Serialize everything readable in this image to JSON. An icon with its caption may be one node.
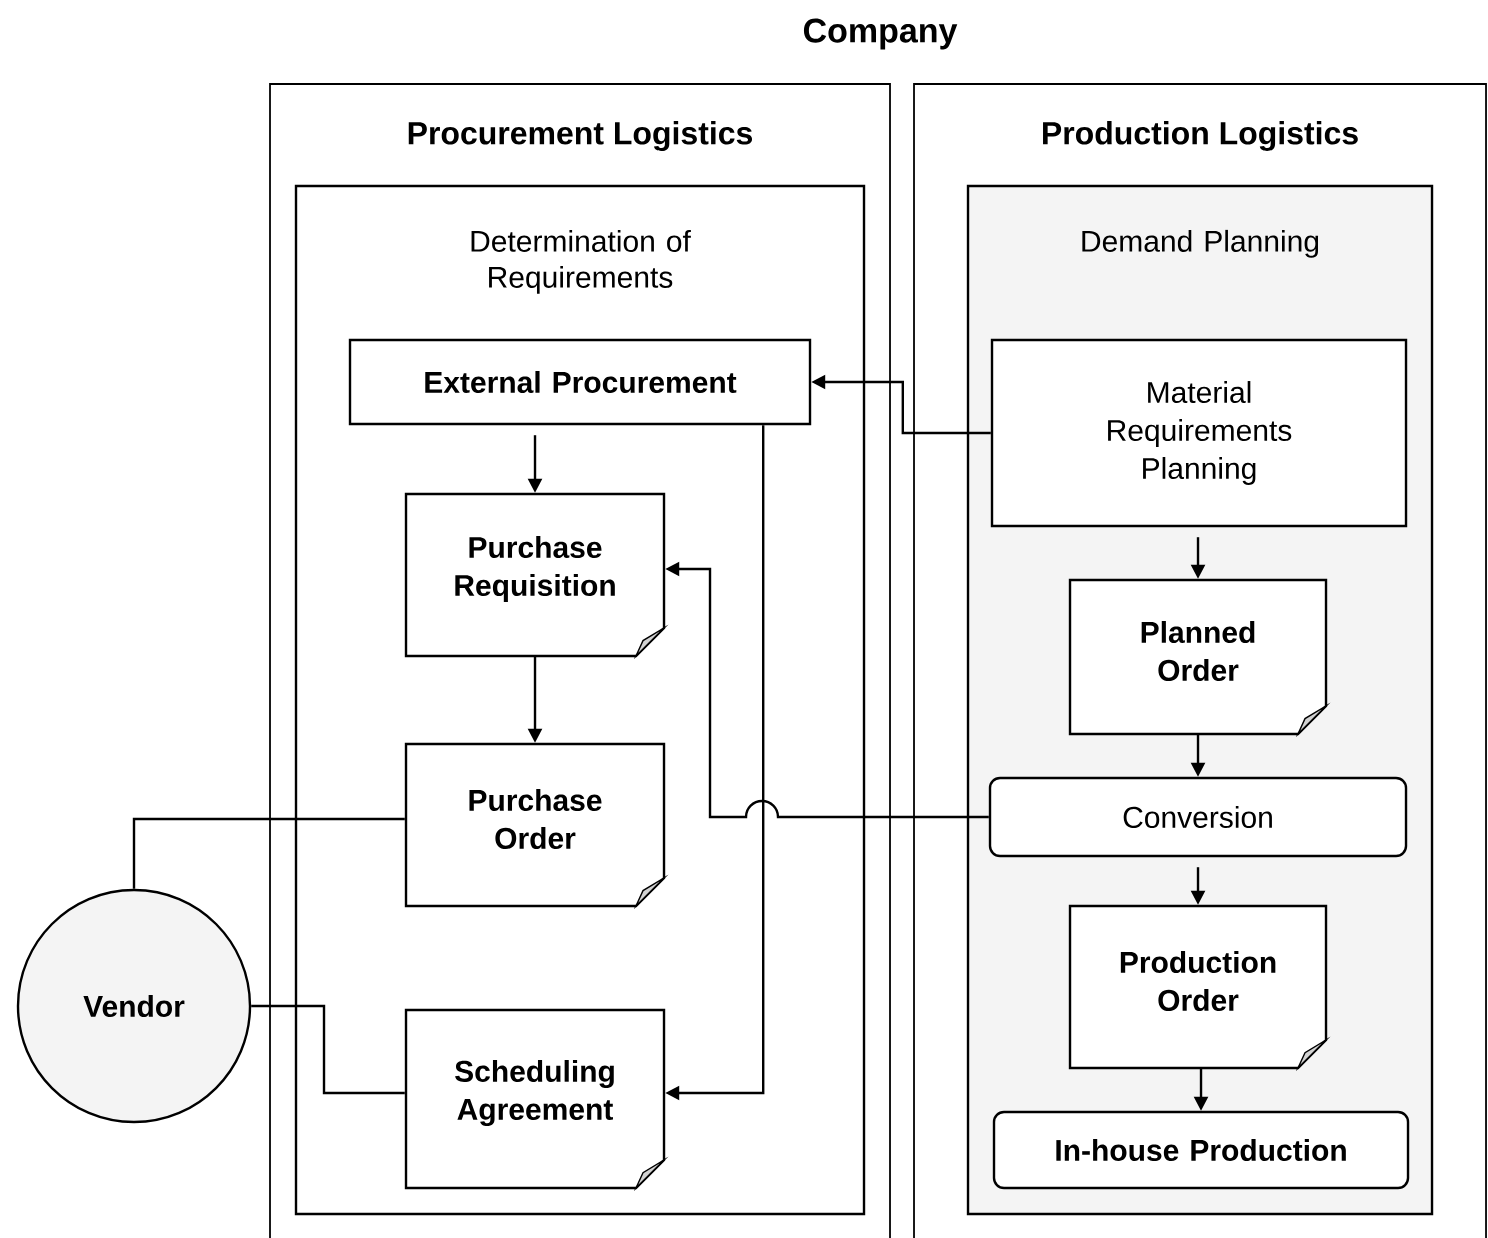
{
  "diagram": {
    "title": "Company",
    "nodes": [
      {
        "text": [
          "Procurement Logistics"
        ]
      },
      {
        "text": [
          "Determination of Requirements"
        ],
        "in": 0
      },
      {
        "text": [
          "External Procurement"
        ],
        "in": 1
      },
      {
        "text": [
          "Purchase Requisition"
        ],
        "in": 1
      },
      {
        "text": [
          "Purchase Order"
        ],
        "in": 1
      },
      {
        "text": [
          "Scheduling Agreement"
        ],
        "in": 1
      },
      {
        "text": [
          "Production Logistics"
        ]
      },
      {
        "text": [
          "Demand Planning"
        ],
        "in": 6
      },
      {
        "text": [
          "Material Requirements Planning"
        ],
        "in": 7
      },
      {
        "text": [
          "Planned Order"
        ],
        "in": 7
      },
      {
        "text": [
          "Conversion"
        ],
        "in": 7
      },
      {
        "text": [
          "Production Order"
        ],
        "in": 7
      },
      {
        "text": [
          "In-house Production"
        ],
        "in": 7
      },
      {
        "text": [
          "Vendor"
        ]
      }
    ],
    "edges": [
      {
        "from": 8,
        "to": 2,
        "arrow": "to"
      },
      {
        "from": 2,
        "to": 3,
        "arrow": "to"
      },
      {
        "from": 3,
        "to": 4,
        "arrow": "to"
      },
      {
        "from": 2,
        "to": 5,
        "arrow": "to"
      },
      {
        "from": 10,
        "to": 3,
        "arrow": "to"
      },
      {
        "from": 13,
        "to": 4,
        "arrow": "none"
      },
      {
        "from": 13,
        "to": 5,
        "arrow": "none"
      },
      {
        "from": 8,
        "to": 9,
        "arrow": "to"
      },
      {
        "from": 9,
        "to": 10,
        "arrow": "to"
      },
      {
        "from": 10,
        "to": 11,
        "arrow": "to"
      },
      {
        "from": 11,
        "to": 12,
        "arrow": "to"
      }
    ]
  }
}
